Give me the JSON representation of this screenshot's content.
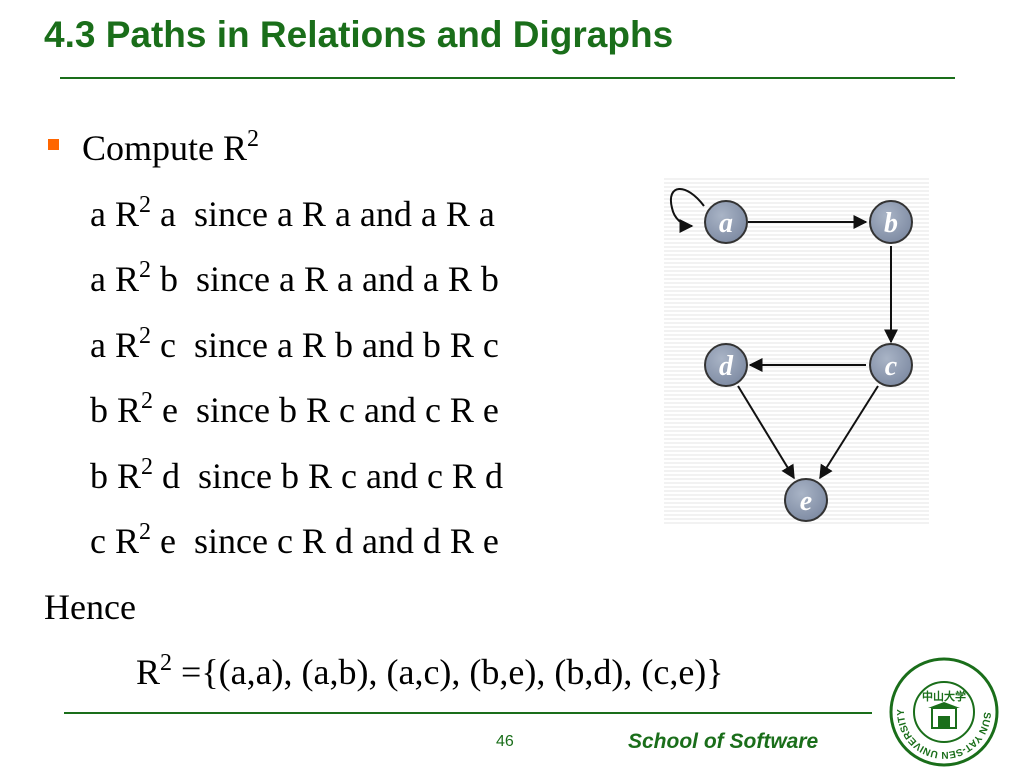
{
  "slide": {
    "title": "4.3 Paths in Relations and Digraphs",
    "bullet": {
      "text": "Compute R",
      "sup": "2"
    },
    "derivations": [
      {
        "pair": "a R",
        "sup": "2",
        "target": " a",
        "reason": "since a R a and a R a"
      },
      {
        "pair": "a R",
        "sup": "2",
        "target": " b",
        "reason": "since a R a and a R b"
      },
      {
        "pair": "a R",
        "sup": "2",
        "target": " c",
        "reason": "since a R b and b R c"
      },
      {
        "pair": "b R",
        "sup": "2",
        "target": " e",
        "reason": "since b R c and c R e"
      },
      {
        "pair": "b R",
        "sup": "2",
        "target": " d",
        "reason": "since b R c and c R d"
      },
      {
        "pair": "c R",
        "sup": "2",
        "target": " e",
        "reason": "since c R d and d R e"
      }
    ],
    "hence": "Hence",
    "result": {
      "lhs": "R",
      "sup": "2",
      "rhs": " ={(a,a), (a,b), (a,c), (b,e), (b,d), (c,e)}"
    }
  },
  "digraph": {
    "nodes": [
      "a",
      "b",
      "c",
      "d",
      "e"
    ],
    "node_color": "#8a97ad",
    "edges": [
      [
        "a",
        "a"
      ],
      [
        "a",
        "b"
      ],
      [
        "b",
        "c"
      ],
      [
        "c",
        "d"
      ],
      [
        "c",
        "e"
      ],
      [
        "d",
        "e"
      ]
    ]
  },
  "footer": {
    "page_number": "46",
    "school": "School of Software"
  },
  "logo": {
    "label": "SUN YAT-SEN UNIVERSITY",
    "emblem_chars": "中山大学"
  },
  "colors": {
    "title_green": "#1a6e1a",
    "bullet_orange": "#ff6600"
  }
}
